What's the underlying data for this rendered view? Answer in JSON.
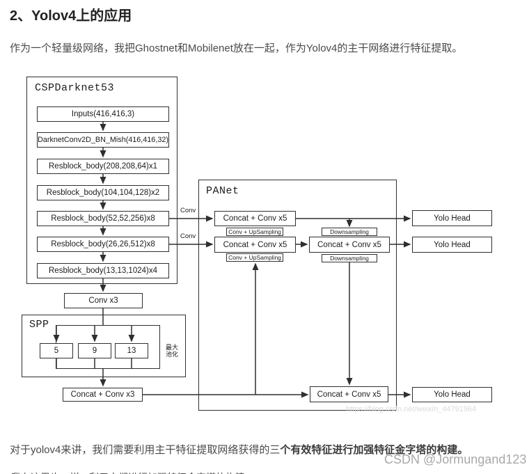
{
  "page": {
    "title": "2、Yolov4上的应用",
    "para1": "作为一个轻量级网络，我把Ghostnet和Mobilenet放在一起，作为Yolov4的主干网络进行特征提取。",
    "para2_normal": "对于yolov4来讲，我们需要利用主干特征提取网络获得的三",
    "para2_bold": "个有效特征进行加强特征金字塔的构建。",
    "truncated_line": "我在这里也一样，利用它们进行加强特征金字塔的构建。",
    "watermark_page": "CSDN @Jormungand123"
  },
  "diagram": {
    "backbone": {
      "label": "CSPDarknet53",
      "blocks": [
        "Inputs(416,416,3)",
        "DarknetConv2D_BN_Mish(416,416,32)",
        "Resblock_body(208,208,64)x1",
        "Resblock_body(104,104,128)x2",
        "Resblock_body(52,52,256)x8",
        "Resblock_body(26,26,512)x8",
        "Resblock_body(13,13,1024)x4"
      ],
      "conv_label": "Conv"
    },
    "conv_x3": "Conv x3",
    "spp": {
      "label": "SPP",
      "pools": [
        "5",
        "9",
        "13"
      ],
      "maxpool_note": "最大池化"
    },
    "concat_conv_x3": "Concat + Conv x3",
    "panet": {
      "label": "PANet",
      "concat_conv_x5": "Concat + Conv x5",
      "conv_upsampling": "Conv + UpSampling",
      "downsampling": "Downsampling"
    },
    "yolo_head": "Yolo Head",
    "watermark": "https://blog.csdn.net/weixin_44791964"
  }
}
